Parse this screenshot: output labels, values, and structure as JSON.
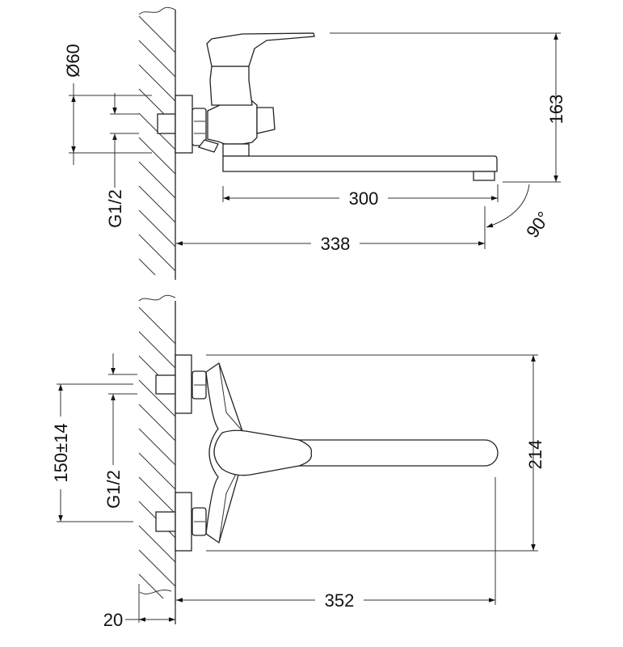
{
  "side_view": {
    "dims": {
      "height": "163",
      "spout_reach": "300",
      "total_reach": "338",
      "rotation": "90°",
      "flange_diameter": "Ø60",
      "thread": "G1/2"
    }
  },
  "front_view": {
    "dims": {
      "height": "214",
      "total_reach": "352",
      "offset": "20",
      "center_distance": "150±14",
      "thread": "G1/2"
    }
  },
  "colors": {
    "line": "#222222",
    "background": "#ffffff"
  }
}
